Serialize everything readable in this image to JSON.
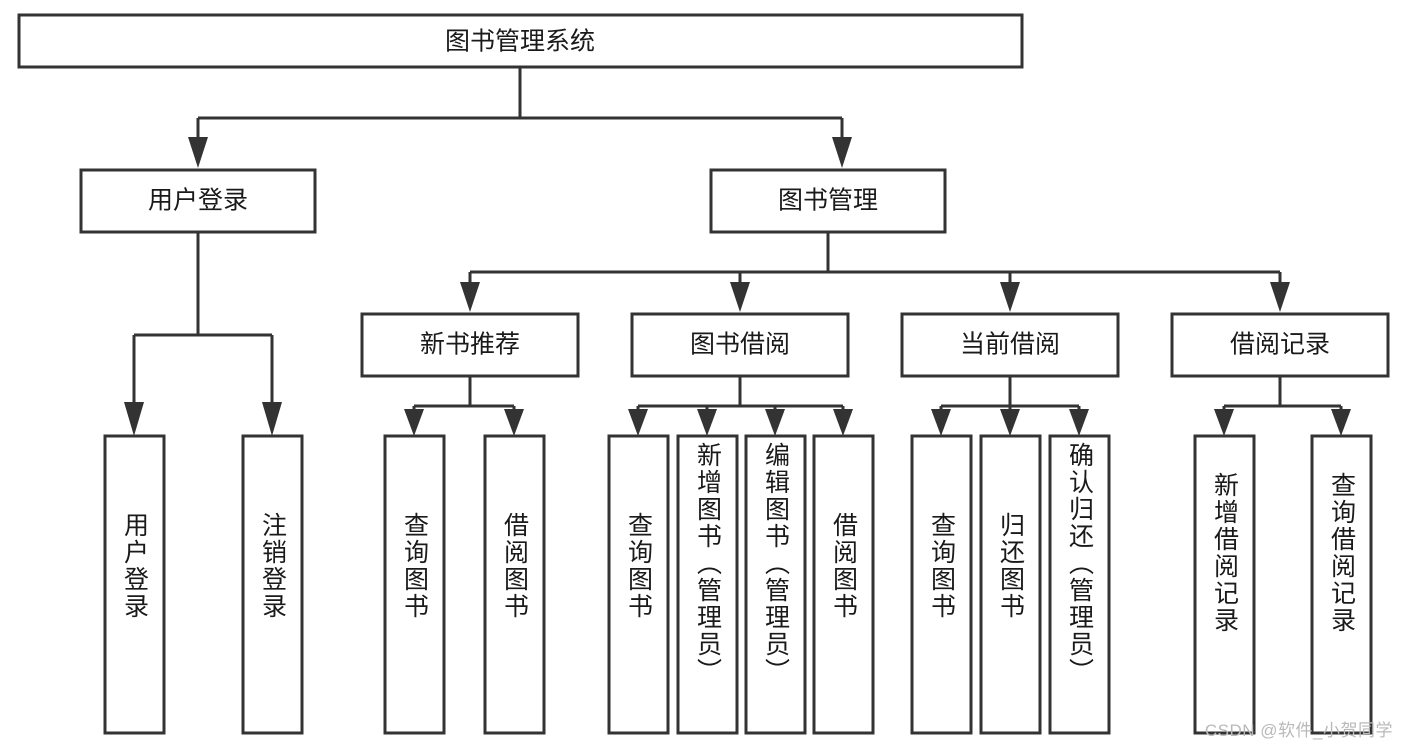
{
  "diagram": {
    "title": "图书管理系统",
    "type": "tree-hierarchy-functional-decomposition",
    "root": {
      "id": "root",
      "label": "图书管理系统"
    },
    "level2": [
      {
        "id": "user-login",
        "label": "用户登录"
      },
      {
        "id": "book-manage",
        "label": "图书管理"
      }
    ],
    "level3": [
      {
        "id": "new-book-recommend",
        "label": "新书推荐"
      },
      {
        "id": "book-borrow",
        "label": "图书借阅"
      },
      {
        "id": "current-borrow",
        "label": "当前借阅"
      },
      {
        "id": "borrow-record",
        "label": "借阅记录"
      }
    ],
    "leaves": {
      "user_login": [
        {
          "id": "leaf-user-login",
          "label": "用户登录"
        },
        {
          "id": "leaf-logout-login",
          "label": "注销登录"
        }
      ],
      "new_book_recommend": [
        {
          "id": "leaf-query-book-1",
          "label": "查询图书"
        },
        {
          "id": "leaf-borrow-book-1",
          "label": "借阅图书"
        }
      ],
      "book_borrow": [
        {
          "id": "leaf-query-book-2",
          "label": "查询图书"
        },
        {
          "id": "leaf-add-book",
          "label": "新增图书（管理员）"
        },
        {
          "id": "leaf-edit-book",
          "label": "编辑图书（管理员）"
        },
        {
          "id": "leaf-borrow-book-2",
          "label": "借阅图书"
        }
      ],
      "current_borrow": [
        {
          "id": "leaf-query-book-3",
          "label": "查询图书"
        },
        {
          "id": "leaf-return-book",
          "label": "归还图书"
        },
        {
          "id": "leaf-confirm-return",
          "label": "确认归还（管理员）"
        }
      ],
      "borrow_record": [
        {
          "id": "leaf-add-record",
          "label": "新增借阅记录"
        },
        {
          "id": "leaf-query-record",
          "label": "查询借阅记录"
        }
      ]
    }
  },
  "watermark": {
    "text": "CSDN @软件_小贺同学"
  },
  "colors": {
    "stroke": "#333333",
    "fill": "#ffffff",
    "text": "#1a1a1a",
    "watermark": "#b9b9b9"
  }
}
